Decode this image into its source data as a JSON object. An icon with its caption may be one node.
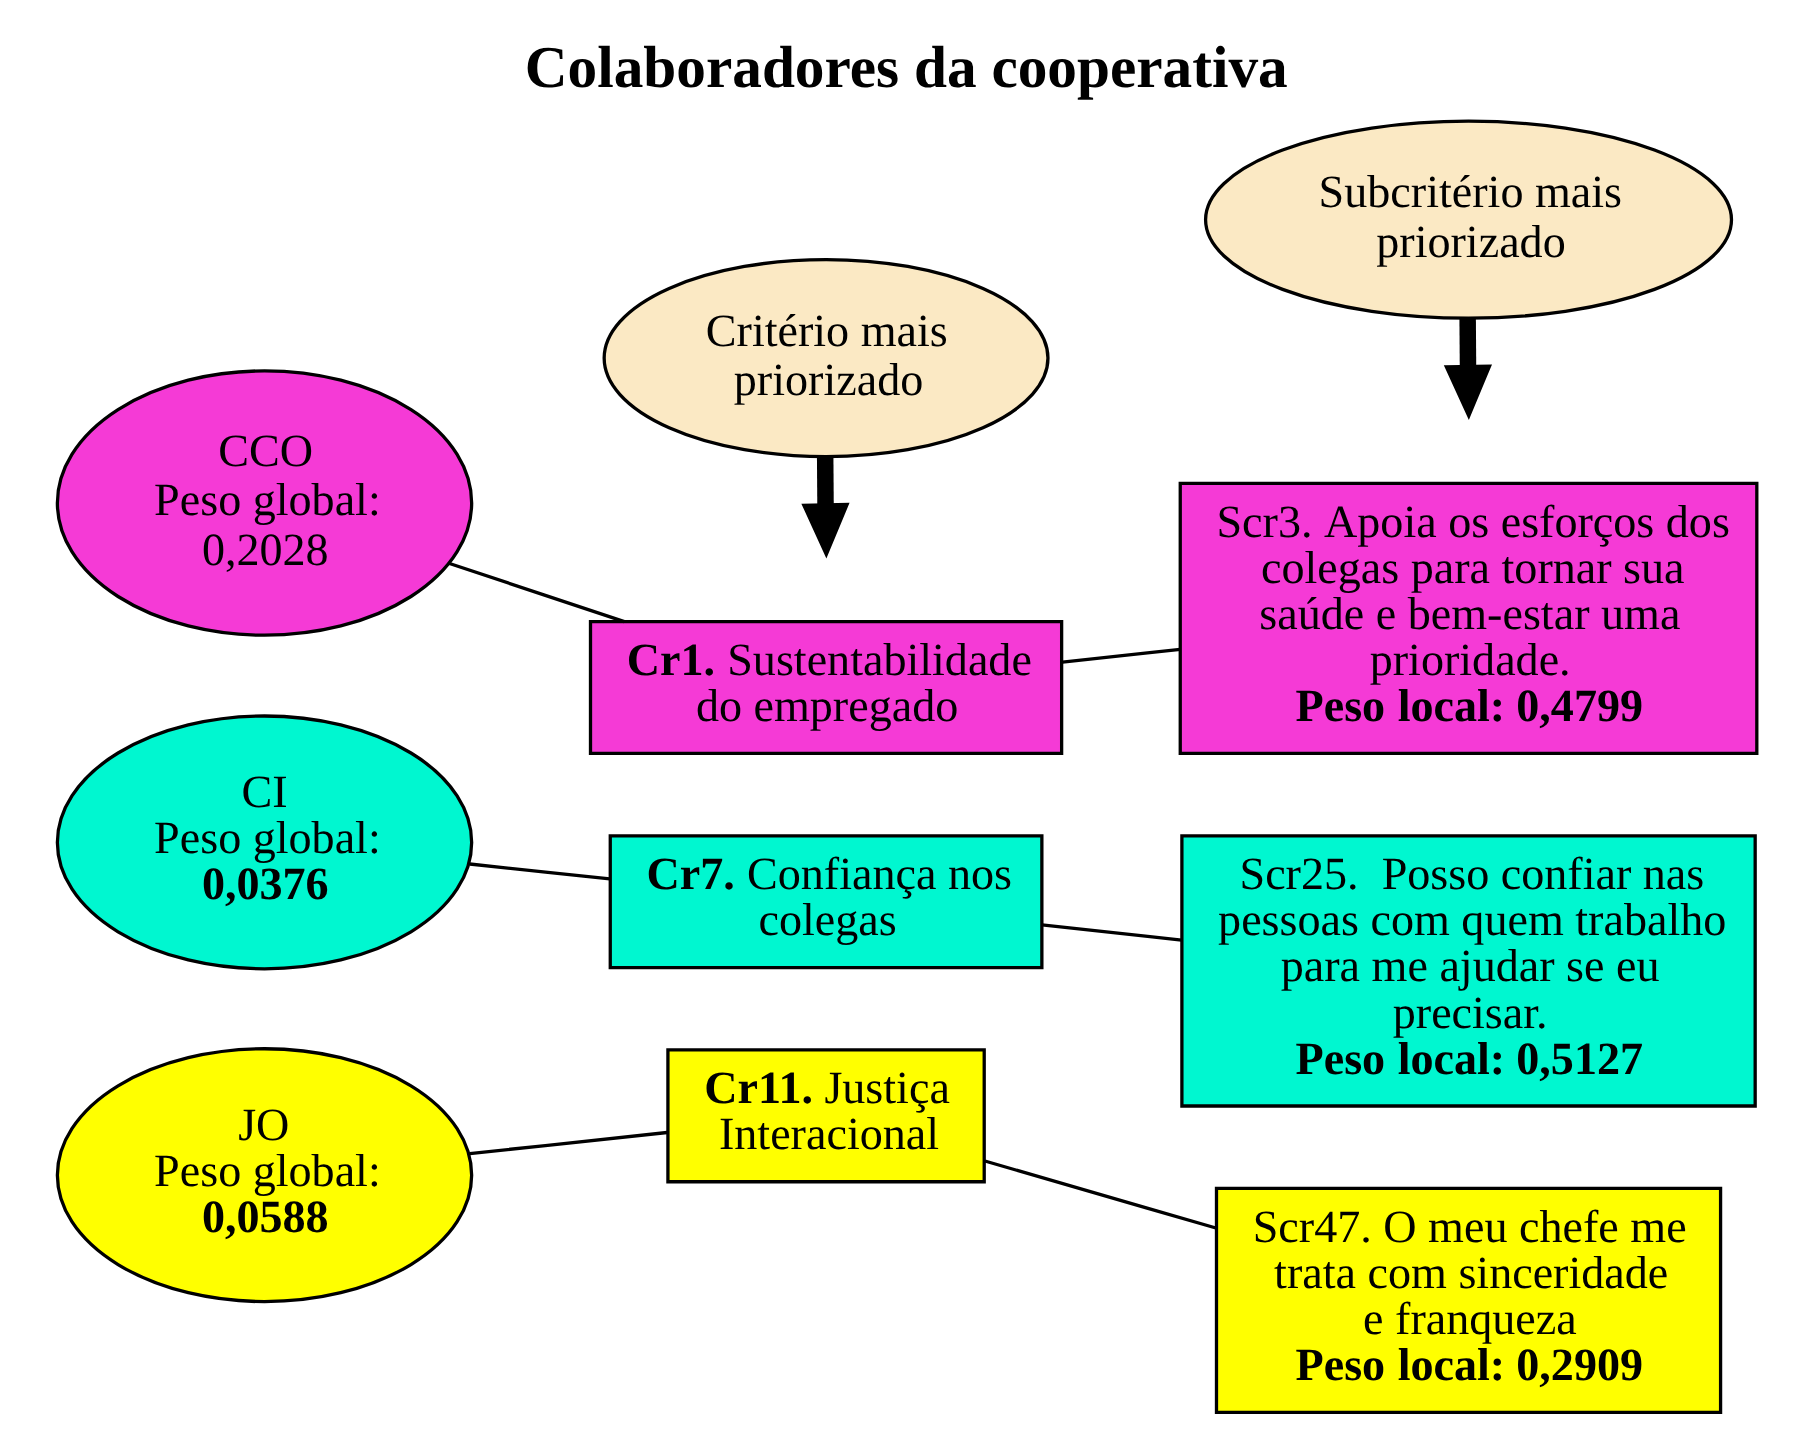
{
  "diagram": {
    "title": "Colaboradores da cooperativa",
    "nodes": [
      {
        "text": [
          "Critério mais priorizado"
        ]
      },
      {
        "text": [
          "Subcritério mais priorizado"
        ]
      },
      {
        "text": [
          "CCO",
          "Peso global: 0,2028"
        ]
      },
      {
        "text": [
          "**Cr1.** Sustentabilidade do empregado"
        ]
      },
      {
        "text": [
          "Scr3. Apoia os esforços dos colegas para tornar sua saúde e bem-estar uma prioridade.",
          "**Peso local: 0,4799**"
        ]
      },
      {
        "text": [
          "CI",
          "Peso global: **0,0376**"
        ]
      },
      {
        "text": [
          "**Cr7.** Confiança nos colegas"
        ]
      },
      {
        "text": [
          "Scr25.  Posso confiar nas pessoas com quem trabalho para me ajudar se eu precisar.",
          "**Peso local: 0,5127**"
        ]
      },
      {
        "text": [
          "JO",
          "Peso global: **0,0588**"
        ]
      },
      {
        "text": [
          "**Cr11.** Justiça Interacional"
        ]
      },
      {
        "text": [
          "Scr47. O meu chefe me trata com sinceridade e franqueza",
          "**Peso local: 0,2909**"
        ]
      }
    ],
    "edges": [
      {
        "from": 0,
        "to": null,
        "arrow": "to",
        "style": "thick"
      },
      {
        "from": 1,
        "to": null,
        "arrow": "to",
        "style": "thick"
      },
      {
        "from": 2,
        "to": 3,
        "arrow": "none"
      },
      {
        "from": 3,
        "to": 4,
        "arrow": "none"
      },
      {
        "from": 5,
        "to": 6,
        "arrow": "none"
      },
      {
        "from": 6,
        "to": 7,
        "arrow": "none"
      },
      {
        "from": 8,
        "to": 9,
        "arrow": "none"
      },
      {
        "from": 9,
        "to": 10,
        "arrow": "none"
      }
    ]
  }
}
